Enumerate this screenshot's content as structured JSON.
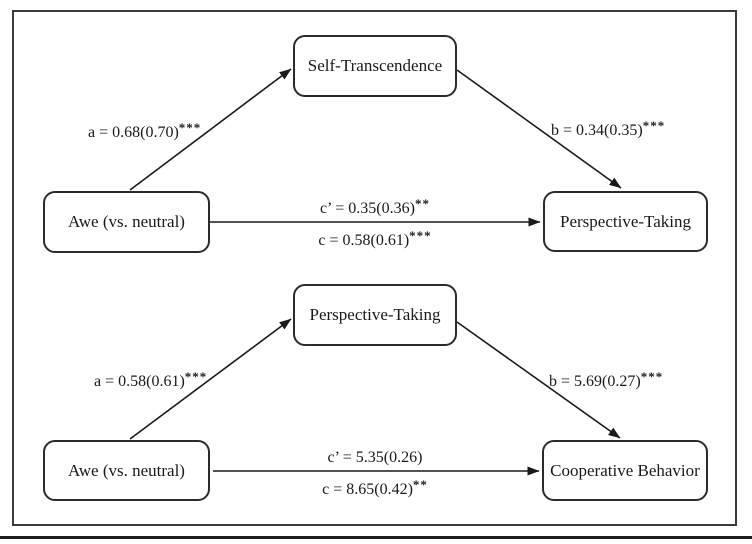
{
  "figure": {
    "top_diagram": {
      "predictor_label": "Awe (vs. neutral)",
      "mediator_label": "Self-Transcendence",
      "outcome_label": "Perspective-Taking",
      "path_a": {
        "text": "a = 0.68(0.70)",
        "stars": "***"
      },
      "path_b": {
        "text": "b = 0.34(0.35)",
        "stars": "***"
      },
      "path_c_prime": {
        "text": "c’ = 0.35(0.36)",
        "stars": "**"
      },
      "path_c": {
        "text": "c = 0.58(0.61)",
        "stars": "***"
      }
    },
    "bottom_diagram": {
      "predictor_label": "Awe (vs. neutral)",
      "mediator_label": "Perspective-Taking",
      "outcome_label": "Cooperative Behavior",
      "path_a": {
        "text": "a = 0.58(0.61)",
        "stars": "***"
      },
      "path_b": {
        "text": "b = 5.69(0.27)",
        "stars": "***"
      },
      "path_c_prime": {
        "text": "c’ = 5.35(0.26)",
        "stars": ""
      },
      "path_c": {
        "text": "c = 8.65(0.42)",
        "stars": "**"
      }
    },
    "colors": {
      "line": "#1a1a1a",
      "box_border": "#2b2b2b",
      "frame_border": "#3a3a3a",
      "background": "#ffffff"
    }
  }
}
